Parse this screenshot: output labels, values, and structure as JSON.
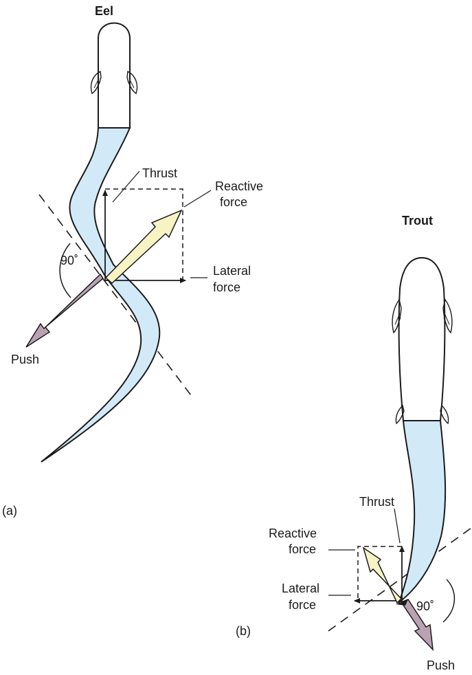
{
  "panel_a": {
    "title": "Eel",
    "tag": "(a)",
    "labels": {
      "thrust": "Thrust",
      "reactive_1": "Reactive",
      "reactive_2": "force",
      "lateral_1": "Lateral",
      "lateral_2": "force",
      "angle": "90˚",
      "push": "Push"
    }
  },
  "panel_b": {
    "title": "Trout",
    "tag": "(b)",
    "labels": {
      "thrust": "Thrust",
      "reactive_1": "Reactive",
      "reactive_2": "force",
      "lateral_1": "Lateral",
      "lateral_2": "force",
      "angle": "90˚",
      "push": "Push"
    }
  },
  "colors": {
    "body_wave": "#d2e9f8",
    "reactive_arrow": "#f7f3c4",
    "push_arrow": "#b9a3b3",
    "ink": "#1a1a1a",
    "body_white": "#ffffff"
  }
}
